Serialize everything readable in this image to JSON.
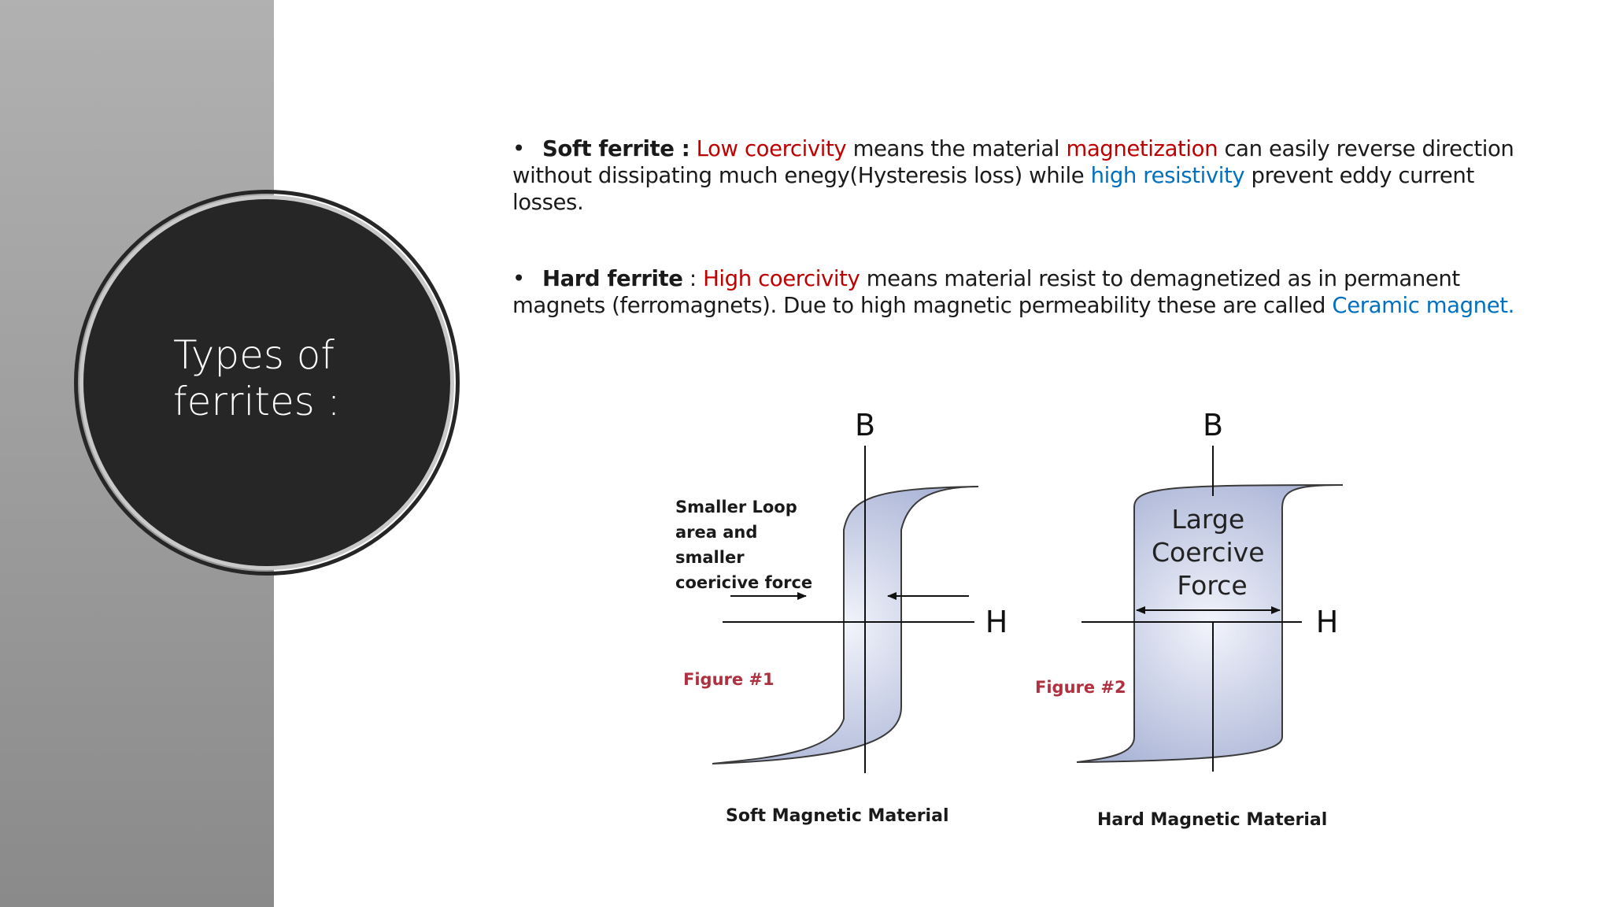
{
  "slide": {
    "title": "Types of\nferrites :",
    "bullets": [
      {
        "term": "Soft ferrite :",
        "highlight1": "Low coercivity",
        "text1": " means the material ",
        "highlight2": "magnetization",
        "text2": " can easily reverse direction without dissipating much enegy(Hysteresis loss) while ",
        "highlight3": "high resistivity",
        "text3": " prevent eddy current losses."
      },
      {
        "term": "Hard ferrite",
        "sep": " : ",
        "highlight1": "High coercivity",
        "text1": " means material resist to demagnetized as in permanent magnets (ferromagnets). Due to high magnetic permeability these are called ",
        "highlight2": "Ceramic magnet."
      }
    ]
  },
  "figure": {
    "soft": {
      "axis_b": "B",
      "axis_h": "H",
      "note": [
        "Smaller Loop",
        "area and",
        "smaller",
        "coericive force"
      ],
      "figure_label": "Figure #1",
      "caption": "Soft Magnetic Material"
    },
    "hard": {
      "axis_b": "B",
      "axis_h": "H",
      "note": [
        "Large",
        "Coercive",
        "Force"
      ],
      "figure_label": "Figure #2",
      "caption": "Hard Magnetic Material"
    }
  },
  "colors": {
    "red": "#c00000",
    "blue": "#0070c0",
    "loop_fill": "#c3cbe2",
    "disc": "#262626"
  }
}
